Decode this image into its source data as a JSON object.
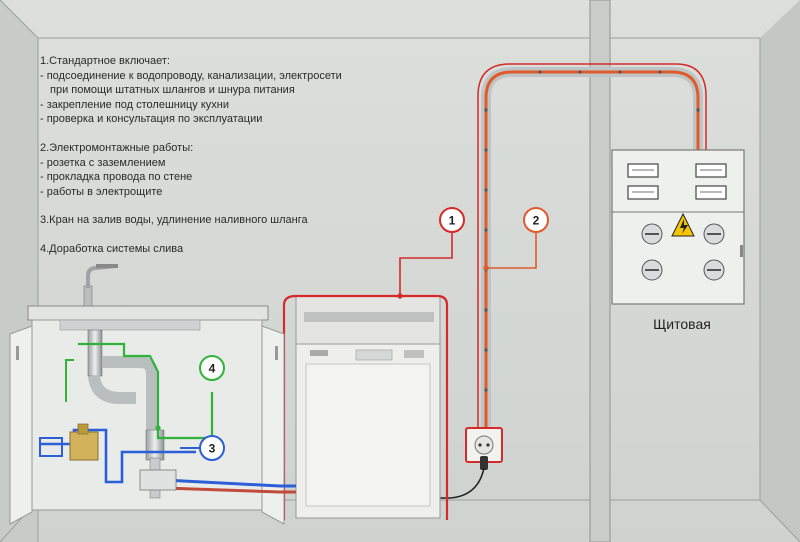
{
  "notes": {
    "section1": {
      "title": "1.Стандартное включает:",
      "items": [
        "- подсоединение к водопроводу, канализации, электросети",
        "при помощи штатных шлангов и шнура питания",
        "- закрепление под столешницу кухни",
        "- проверка и консультация по эксплуатации"
      ]
    },
    "section2": {
      "title": "2.Электромонтажные работы:",
      "items": [
        "- розетка с заземлением",
        "- прокладка провода по стене",
        "- работы в электрощите"
      ]
    },
    "section3": {
      "title": "3.Кран на залив воды, удлинение наливного шланга"
    },
    "section4": {
      "title": "4.Доработка системы слива"
    }
  },
  "panel_room_label": "Щитовая",
  "callouts": [
    "1",
    "2",
    "3",
    "4"
  ],
  "colors": {
    "wall": "#d6dad6",
    "line1_red": "#d42a2a",
    "line2_orange": "#e05a2c",
    "water_blue": "#2a5fd8",
    "drain_green": "#2fb33a"
  },
  "icons": {
    "panel_warning": "high-voltage-warning-icon",
    "faucet": "faucet-icon"
  }
}
